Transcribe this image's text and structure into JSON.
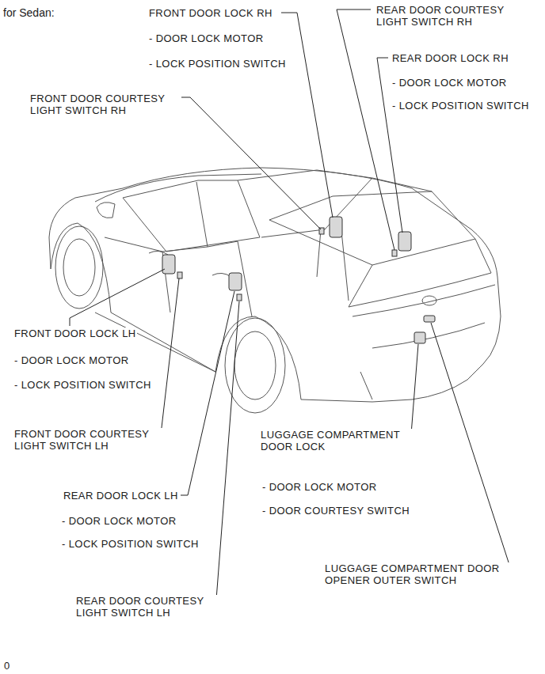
{
  "diagram": {
    "title": "for Sedan:",
    "labels": [
      "FRONT DOOR LOCK RH",
      "- DOOR LOCK MOTOR",
      "- LOCK POSITION SWITCH",
      "REAR DOOR COURTESY LIGHT SWITCH RH",
      "REAR DOOR LOCK RH",
      "- DOOR LOCK MOTOR",
      "- LOCK POSITION SWITCH",
      "FRONT DOOR COURTESY LIGHT SWITCH RH",
      "FRONT DOOR LOCK LH",
      "- DOOR LOCK MOTOR",
      "- LOCK POSITION SWITCH",
      "FRONT DOOR COURTESY LIGHT SWITCH LH",
      "LUGGAGE COMPARTMENT DOOR LOCK",
      "- DOOR LOCK MOTOR",
      "- DOOR COURTESY SWITCH",
      "REAR DOOR LOCK LH",
      "- DOOR LOCK MOTOR",
      "- LOCK POSITION SWITCH",
      "LUGGAGE COMPARTMENT DOOR OPENER OUTER SWITCH",
      "REAR DOOR COURTESY LIGHT SWITCH LH",
      "0"
    ]
  }
}
